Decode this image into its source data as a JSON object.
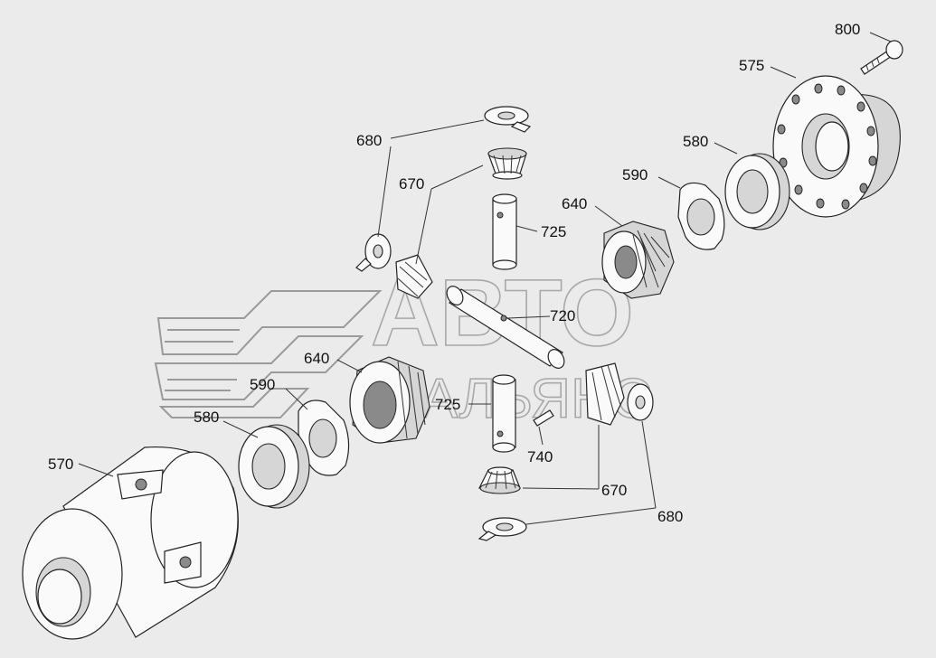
{
  "watermark": {
    "line1": "АВТО",
    "line2": "АЛЬЯНС"
  },
  "labels": {
    "l800": "800",
    "l575": "575",
    "l580_top": "580",
    "l590_top": "590",
    "l640_top": "640",
    "l680_top": "680",
    "l670_top": "670",
    "l725_top": "725",
    "l720": "720",
    "l640_left": "640",
    "l590_left": "590",
    "l580_left": "580",
    "l570": "570",
    "l725_bottom": "725",
    "l740": "740",
    "l670_bottom": "670",
    "l680_bottom": "680"
  }
}
